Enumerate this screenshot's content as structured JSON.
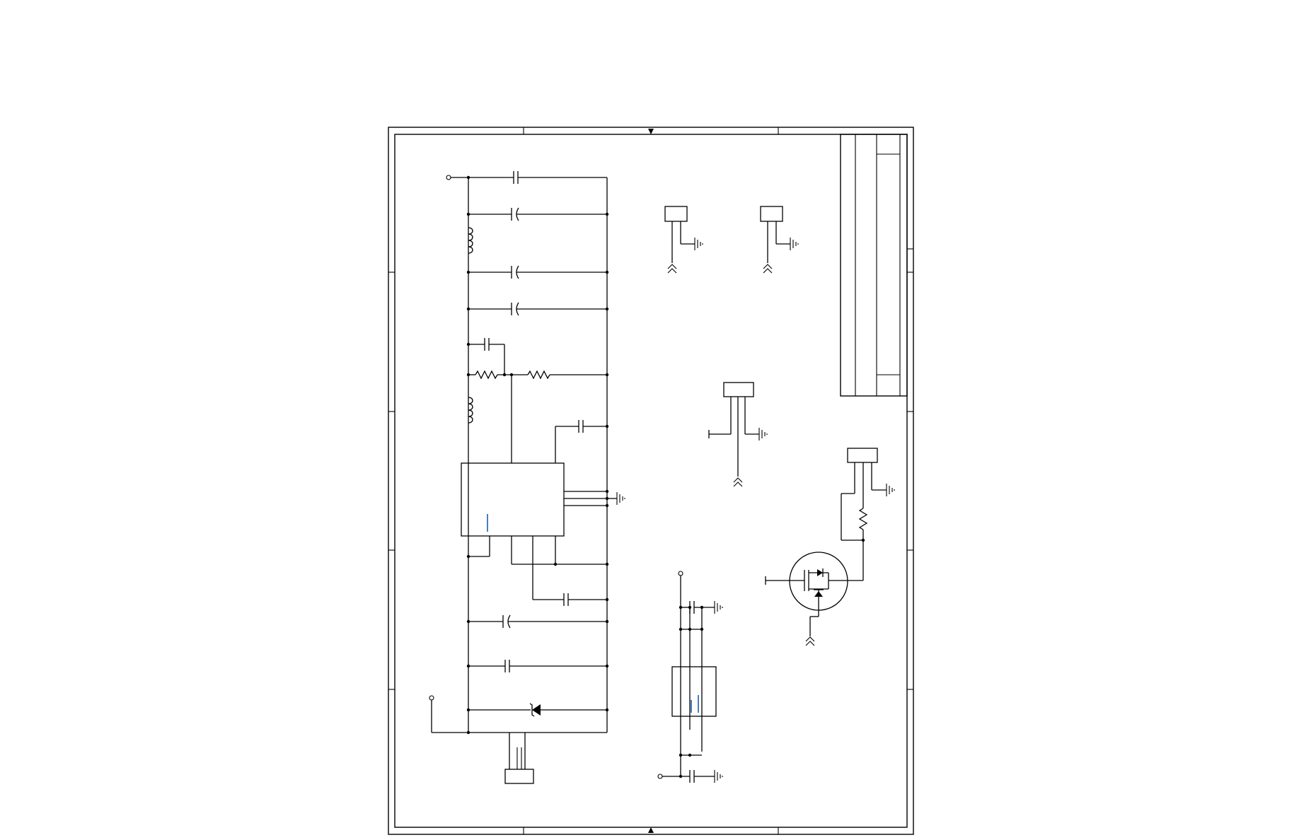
{
  "canvas": {
    "background": "#ffffff"
  },
  "colors": {
    "wire": "#000000",
    "pin_marker": "#1f5fa8"
  },
  "icons": {
    "net_port": "open-circle-terminal-icon",
    "ground": "ground-icon",
    "offsheet": "offsheet-chevron-icon",
    "junction": "junction-dot",
    "zener": "zener-diode-icon",
    "mosfet": "p-mosfet-icon"
  },
  "title_block": {
    "rows": 2,
    "columns": 3
  }
}
